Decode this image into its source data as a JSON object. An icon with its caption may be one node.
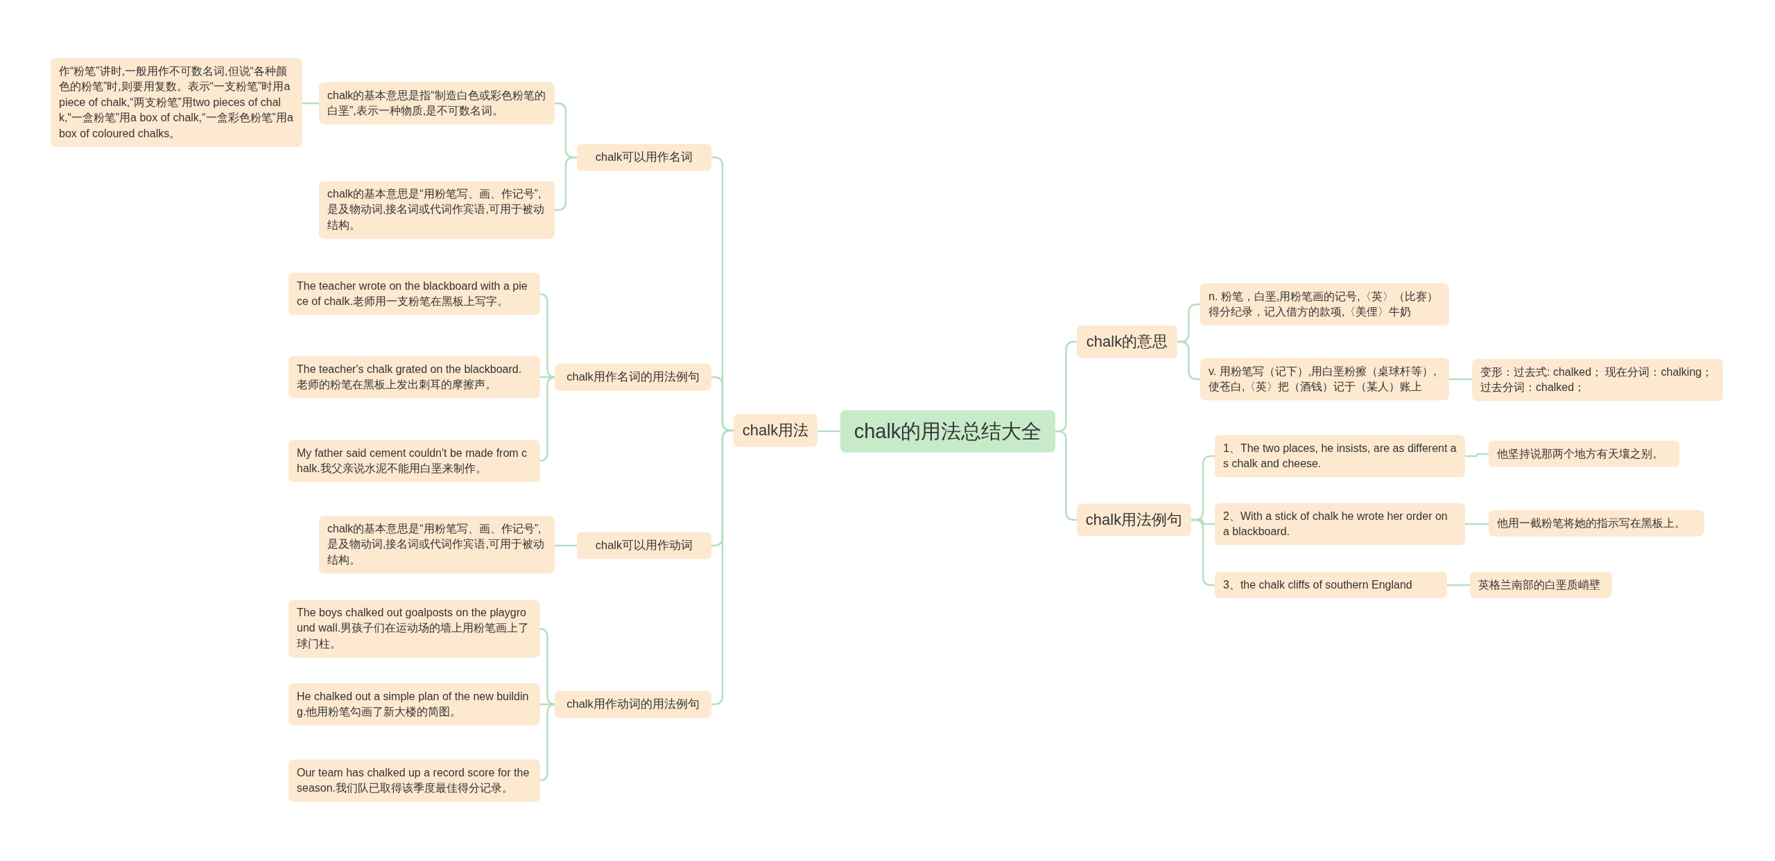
{
  "diagram": {
    "nodes": [
      {
        "text": [
          "chalk的用法总结大全"
        ]
      },
      {
        "text": [
          "chalk用法"
        ]
      },
      {
        "text": [
          "chalk可以用作名词"
        ]
      },
      {
        "text": [
          "chalk的基本意思是指“制造白色或彩色粉笔的白垩”,表示一种物质,是不可数名词。"
        ]
      },
      {
        "text": [
          "作“粉笔”讲时,一般用作不可数名词,但说“各种颜色的粉笔”时,则要用复数。表示“一支粉笔”时用a piece of chalk,“两支粉笔”用two pieces of chalk,“一盒粉笔”用a box of chalk,“一盒彩色粉笔”用a box of coloured chalks。"
        ]
      },
      {
        "text": [
          "chalk的基本意思是“用粉笔写、画、作记号”,是及物动词,接名词或代词作宾语,可用于被动结构。"
        ]
      },
      {
        "text": [
          "chalk用作名词的用法例句"
        ]
      },
      {
        "text": [
          "The teacher wrote on the blackboard with a piece of chalk.老师用一支粉笔在黑板上写字。"
        ]
      },
      {
        "text": [
          "The teacher's chalk grated on the blackboard.老师的粉笔在黑板上发出刺耳的摩擦声。"
        ]
      },
      {
        "text": [
          "My father said cement couldn't be made from chalk.我父亲说水泥不能用白垩来制作。"
        ]
      },
      {
        "text": [
          "chalk可以用作动词"
        ]
      },
      {
        "text": [
          "chalk的基本意思是“用粉笔写、画、作记号”,是及物动词,接名词或代词作宾语,可用于被动结构。"
        ]
      },
      {
        "text": [
          "chalk用作动词的用法例句"
        ]
      },
      {
        "text": [
          "The boys chalked out goalposts on the playground wall.男孩子们在运动场的墙上用粉笔画上了球门柱。"
        ]
      },
      {
        "text": [
          "He chalked out a simple plan of the new building.他用粉笔勾画了新大楼的简图。"
        ]
      },
      {
        "text": [
          "Our team has chalked up a record score for the season.我们队已取得该季度最佳得分记录。"
        ]
      },
      {
        "text": [
          "chalk的意思"
        ]
      },
      {
        "text": [
          "n. 粉笔，白垩,用粉笔画的记号,〈英〉（比赛）得分纪录，记入借方的款项,〈美俚〉牛奶"
        ]
      },
      {
        "text": [
          "v. 用粉笔写（记下）,用白垩粉擦（桌球杆等）,使苍白,〈英〉把（酒钱）记于（某人）账上"
        ]
      },
      {
        "text": [
          "变形：过去式: chalked； 现在分词：chalking；过去分词：chalked；"
        ]
      },
      {
        "text": [
          "chalk用法例句"
        ]
      },
      {
        "text": [
          "1、The two places, he insists, are as different as chalk and cheese."
        ]
      },
      {
        "text": [
          "他坚持说那两个地方有天壤之别。"
        ]
      },
      {
        "text": [
          "2、With a stick of chalk he wrote her order on a blackboard."
        ]
      },
      {
        "text": [
          "他用一截粉笔将她的指示写在黑板上。"
        ]
      },
      {
        "text": [
          "3、the chalk cliffs of southern England"
        ]
      },
      {
        "text": [
          "英格兰南部的白垩质峭壁"
        ]
      }
    ],
    "edges": [
      {
        "from": 0,
        "to": 1,
        "arrow": "none"
      },
      {
        "from": 1,
        "to": 2,
        "arrow": "none"
      },
      {
        "from": 2,
        "to": 3,
        "arrow": "none"
      },
      {
        "from": 3,
        "to": 4,
        "arrow": "none"
      },
      {
        "from": 2,
        "to": 5,
        "arrow": "none"
      },
      {
        "from": 1,
        "to": 6,
        "arrow": "none"
      },
      {
        "from": 6,
        "to": 7,
        "arrow": "none"
      },
      {
        "from": 6,
        "to": 8,
        "arrow": "none"
      },
      {
        "from": 6,
        "to": 9,
        "arrow": "none"
      },
      {
        "from": 1,
        "to": 10,
        "arrow": "none"
      },
      {
        "from": 10,
        "to": 11,
        "arrow": "none"
      },
      {
        "from": 1,
        "to": 12,
        "arrow": "none"
      },
      {
        "from": 12,
        "to": 13,
        "arrow": "none"
      },
      {
        "from": 12,
        "to": 14,
        "arrow": "none"
      },
      {
        "from": 12,
        "to": 15,
        "arrow": "none"
      },
      {
        "from": 0,
        "to": 16,
        "arrow": "none"
      },
      {
        "from": 16,
        "to": 17,
        "arrow": "none"
      },
      {
        "from": 16,
        "to": 18,
        "arrow": "none"
      },
      {
        "from": 18,
        "to": 19,
        "arrow": "none"
      },
      {
        "from": 0,
        "to": 20,
        "arrow": "none"
      },
      {
        "from": 20,
        "to": 21,
        "arrow": "none"
      },
      {
        "from": 21,
        "to": 22,
        "arrow": "none"
      },
      {
        "from": 20,
        "to": 23,
        "arrow": "none"
      },
      {
        "from": 23,
        "to": 24,
        "arrow": "none"
      },
      {
        "from": 20,
        "to": 25,
        "arrow": "none"
      },
      {
        "from": 25,
        "to": 26,
        "arrow": "none"
      }
    ]
  }
}
